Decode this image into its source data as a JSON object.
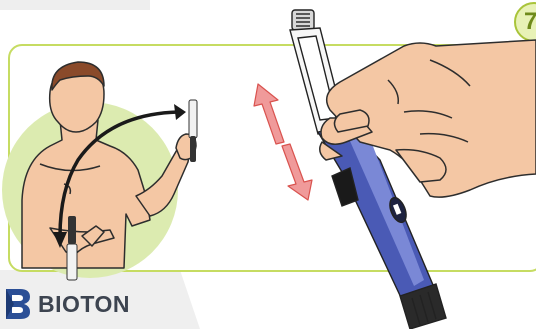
{
  "step": {
    "number": "7"
  },
  "brand": {
    "name": "BIOTON",
    "logo_icon": "bioton-logo-icon"
  },
  "icons": [
    "man-torso-illustration",
    "pen-swing-arrow-icon",
    "up-down-motion-arrows-icon",
    "hand-holding-insulin-pen-illustration"
  ],
  "colors": {
    "panel_border": "#c6dc62",
    "accent_green": "#a9c43a",
    "green_circle": "#dcebb0",
    "skin": "#f4c7a4",
    "hair": "#8a4a2a",
    "arrow_red": "#f09a9a",
    "pen_body": "#4a5ab5",
    "logo_blue": "#2b4f96",
    "logo_text": "#3d4450"
  }
}
